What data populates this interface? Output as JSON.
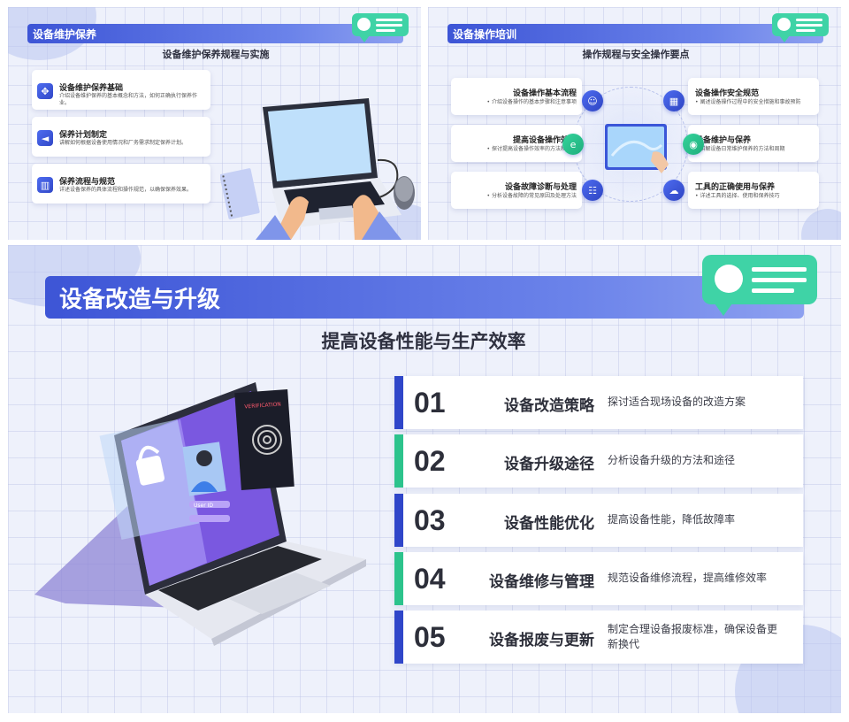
{
  "slide1": {
    "title": "设备维护保养",
    "subtitle": "设备维护保养规程与实施",
    "cards": [
      {
        "icon": "maintenance-icon",
        "title": "设备维护保养基础",
        "desc": "介绍设备维护保养的基本概念和方法，如何正确执行保养作业。"
      },
      {
        "icon": "megaphone-icon",
        "title": "保养计划制定",
        "desc": "讲解如何根据设备使用情况和厂务需求制定保养计划。"
      },
      {
        "icon": "trash-icon",
        "title": "保养流程与规范",
        "desc": "详述设备保养的具体流程和操作规范，以确保保养效果。"
      }
    ]
  },
  "slide2": {
    "title": "设备操作培训",
    "subtitle": "操作规程与安全操作要点",
    "left_items": [
      {
        "icon": "chat-bubble-icon",
        "title": "设备操作基本流程",
        "desc": "介绍设备操作的基本步骤和注意事项"
      },
      {
        "icon": "browser-e-icon",
        "title": "提高设备操作效率",
        "desc": "探讨提高设备操作效率的方法和技巧"
      },
      {
        "icon": "team-icon",
        "title": "设备故障诊断与处理",
        "desc": "分析设备故障的常见原因及处理方法"
      }
    ],
    "right_items": [
      {
        "icon": "building-icon",
        "title": "设备操作安全规范",
        "desc": "阐述设备操作过程中的安全措施和事故预防"
      },
      {
        "icon": "coins-icon",
        "title": "设备维护与保养",
        "desc": "讲解设备日常维护保养的方法和周期"
      },
      {
        "icon": "cloud-sync-icon",
        "title": "工具的正确使用与保养",
        "desc": "详述工具的选择、使用和保养技巧"
      }
    ]
  },
  "slide3": {
    "title": "设备改造与升级",
    "subtitle": "提高设备性能与生产效率",
    "items": [
      {
        "num": "01",
        "label": "设备改造策略",
        "desc": "探讨适合现场设备的改造方案",
        "color": "#2f46c9"
      },
      {
        "num": "02",
        "label": "设备升级途径",
        "desc": "分析设备升级的方法和途径",
        "color": "#2cc38c"
      },
      {
        "num": "03",
        "label": "设备性能优化",
        "desc": "提高设备性能，降低故障率",
        "color": "#2f46c9"
      },
      {
        "num": "04",
        "label": "设备维修与管理",
        "desc": "规范设备维修流程，提高维修效率",
        "color": "#2cc38c"
      },
      {
        "num": "05",
        "label": "设备报废与更新",
        "desc": "制定合理设备报废标准，确保设备更新换代",
        "color": "#2f46c9"
      }
    ],
    "illustration": {
      "screen_text": "VERIFICATION",
      "input_text": "User ID"
    }
  },
  "colors": {
    "primary": "#3d55d6",
    "accent_green": "#3fd3a6",
    "background": "#eef1fb"
  }
}
